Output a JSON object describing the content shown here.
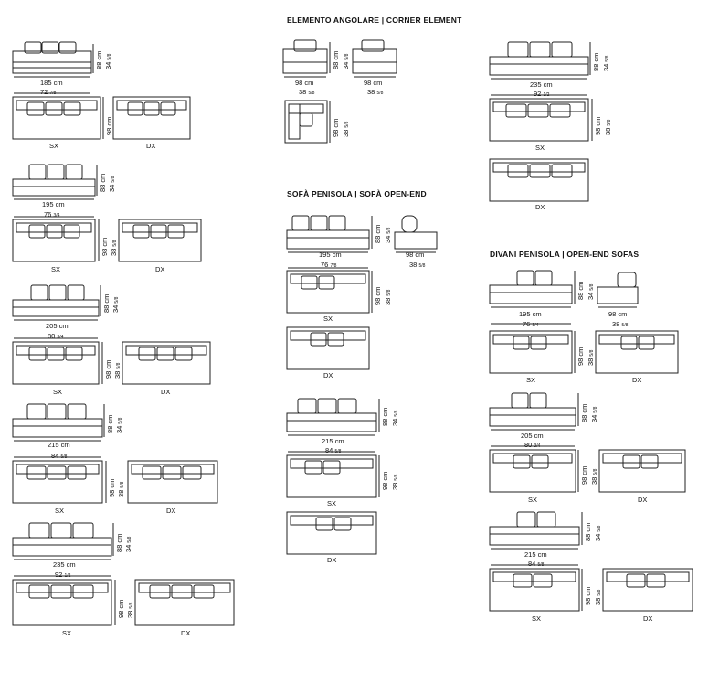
{
  "headings": {
    "corner": "ELEMENTO ANGOLARE | CORNER ELEMENT",
    "sofa_open_end": "SOFÀ PENISOLA | SOFÀ OPEN-END",
    "open_end_sofas": "DIVANI PENISOLA | OPEN-END SOFAS"
  },
  "labels": {
    "sx": "SX",
    "dx": "DX"
  },
  "dims": {
    "h_cm": "88 cm",
    "h_in": "34",
    "h_in_frac": "5/8",
    "d_cm": "98 cm",
    "d_in": "38",
    "d_in_frac": "5/8"
  },
  "left_column": [
    {
      "w_cm": "185 cm",
      "w_in": "72",
      "w_in_frac": "7/8"
    },
    {
      "w_cm": "195 cm",
      "w_in": "76",
      "w_in_frac": "3/4"
    },
    {
      "w_cm": "205 cm",
      "w_in": "80",
      "w_in_frac": "3/4"
    },
    {
      "w_cm": "215 cm",
      "w_in": "84",
      "w_in_frac": "5/8"
    },
    {
      "w_cm": "235 cm",
      "w_in": "92",
      "w_in_frac": "1/2"
    }
  ],
  "corner": {
    "w_cm": "98 cm",
    "w_in": "38",
    "w_in_frac": "5/8"
  },
  "right_top": {
    "w_cm": "235 cm",
    "w_in": "92",
    "w_in_frac": "1/2"
  },
  "open_end_mid": [
    {
      "w_cm": "195 cm",
      "w_in": "76",
      "w_in_frac": "7/8"
    },
    {
      "w_cm": "215 cm",
      "w_in": "84",
      "w_in_frac": "5/8"
    }
  ],
  "open_end_right": [
    {
      "w_cm": "195 cm",
      "w_in": "76",
      "w_in_frac": "3/4"
    },
    {
      "w_cm": "205 cm",
      "w_in": "80",
      "w_in_frac": "3/4"
    },
    {
      "w_cm": "215 cm",
      "w_in": "84",
      "w_in_frac": "5/8"
    }
  ],
  "chaise_width": {
    "w_cm": "98 cm",
    "w_in": "38",
    "w_in_frac": "5/8"
  }
}
